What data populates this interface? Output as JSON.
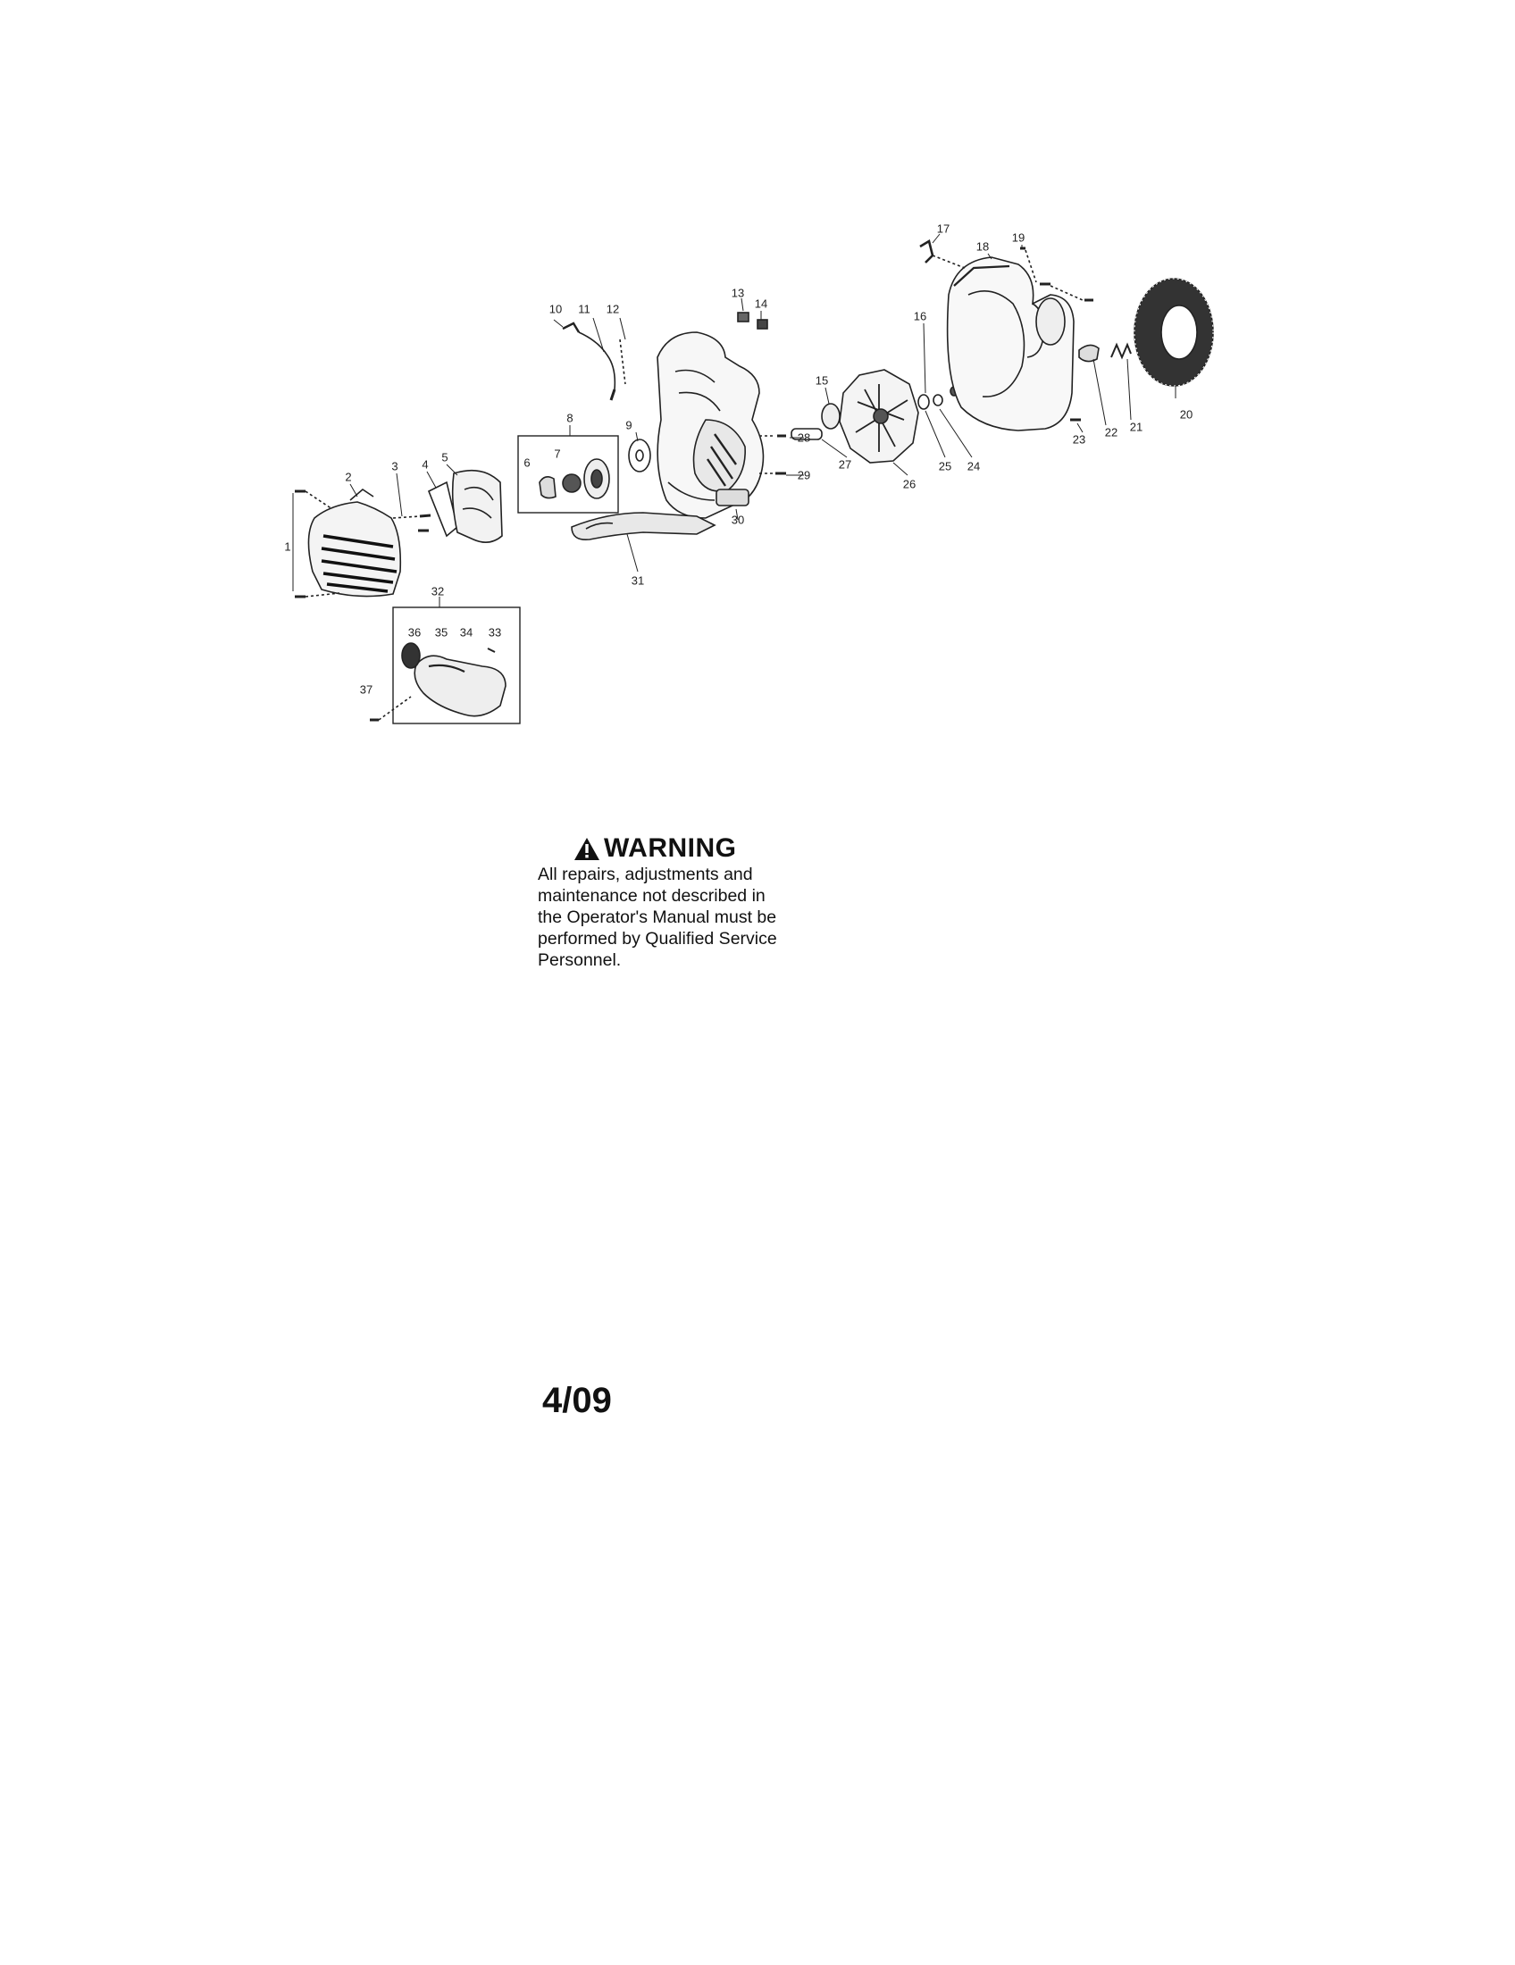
{
  "diagram": {
    "callouts": [
      {
        "id": "1",
        "label": "1"
      },
      {
        "id": "2",
        "label": "2"
      },
      {
        "id": "3",
        "label": "3"
      },
      {
        "id": "4",
        "label": "4"
      },
      {
        "id": "5",
        "label": "5"
      },
      {
        "id": "6",
        "label": "6"
      },
      {
        "id": "7",
        "label": "7"
      },
      {
        "id": "8",
        "label": "8"
      },
      {
        "id": "9",
        "label": "9"
      },
      {
        "id": "10",
        "label": "10"
      },
      {
        "id": "11",
        "label": "11"
      },
      {
        "id": "12",
        "label": "12"
      },
      {
        "id": "13",
        "label": "13"
      },
      {
        "id": "14",
        "label": "14"
      },
      {
        "id": "15",
        "label": "15"
      },
      {
        "id": "16",
        "label": "16"
      },
      {
        "id": "17",
        "label": "17"
      },
      {
        "id": "18",
        "label": "18"
      },
      {
        "id": "19",
        "label": "19"
      },
      {
        "id": "20",
        "label": "20"
      },
      {
        "id": "21",
        "label": "21"
      },
      {
        "id": "22",
        "label": "22"
      },
      {
        "id": "23",
        "label": "23"
      },
      {
        "id": "24",
        "label": "24"
      },
      {
        "id": "25",
        "label": "25"
      },
      {
        "id": "26",
        "label": "26"
      },
      {
        "id": "27",
        "label": "27"
      },
      {
        "id": "28",
        "label": "28"
      },
      {
        "id": "29",
        "label": "29"
      },
      {
        "id": "30",
        "label": "30"
      },
      {
        "id": "31",
        "label": "31"
      },
      {
        "id": "32",
        "label": "32"
      },
      {
        "id": "33",
        "label": "33"
      },
      {
        "id": "34",
        "label": "34"
      },
      {
        "id": "35",
        "label": "35"
      },
      {
        "id": "36",
        "label": "36"
      },
      {
        "id": "37",
        "label": "37"
      }
    ]
  },
  "warning": {
    "title": "WARNING",
    "icon": "warning-triangle-icon",
    "line1": "All repairs, adjustments and",
    "line2": "maintenance not described in",
    "line3": "the Operator's Manual must be",
    "line4": "performed by Qualified Service",
    "line5": "Personnel."
  },
  "footer": {
    "date_code": "4/09"
  }
}
